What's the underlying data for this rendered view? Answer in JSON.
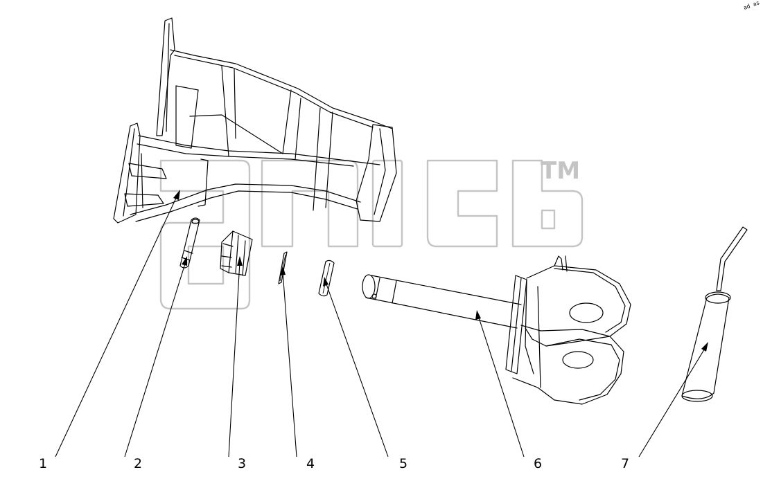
{
  "diagram": {
    "callouts": [
      "1",
      "2",
      "3",
      "4",
      "5",
      "6",
      "7"
    ],
    "watermark_mark": "TM",
    "corner_text": "ad as"
  }
}
